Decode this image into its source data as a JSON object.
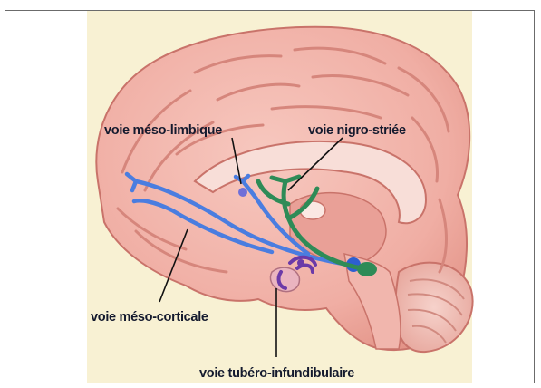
{
  "labels": {
    "meso_limbique": "voie méso-limbique",
    "nigro_striee": "voie nigro-striée",
    "meso_corticale": "voie méso-corticale",
    "tubero_infundibulaire": "voie tubéro-infundibulaire"
  },
  "colors": {
    "brain": "#f3b5ac",
    "gyrus_shadow": "#d8857d",
    "background_paper": "#f5e9b8",
    "meso_pathway": "#4a7de0",
    "nigro_pathway": "#2e8b57",
    "tubero_pathway": "#6b3aa8",
    "label_text": "#141a2e"
  },
  "icons": [
    "brain-sagittal-section"
  ]
}
